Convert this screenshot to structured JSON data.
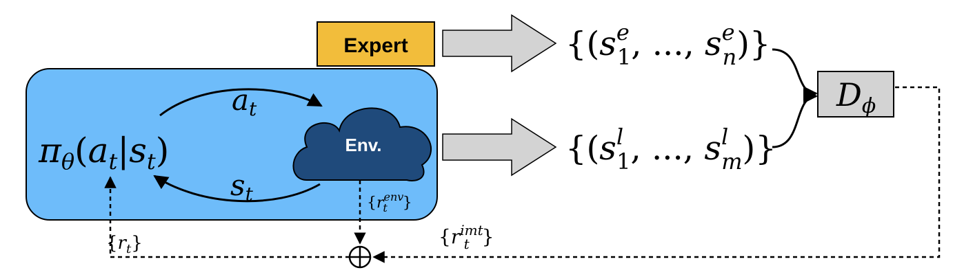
{
  "expert": {
    "label": "Expert",
    "fill": "#F2BD3B"
  },
  "agent": {
    "fill": "#6EBCFA"
  },
  "env": {
    "label": "Env.",
    "fill": "#1F4A7B"
  },
  "discriminator": {
    "symbol": "D",
    "subscript": "ϕ",
    "fill": "#D3D3D3"
  },
  "policy": {
    "pi": "π",
    "theta": "θ",
    "open": "(",
    "a": "a",
    "t1": "t",
    "bar": "|",
    "s": "s",
    "t2": "t",
    "close": ")"
  },
  "action_label": {
    "base": "a",
    "sub": "t"
  },
  "state_label": {
    "base": "s",
    "sub": "t"
  },
  "expert_set": {
    "open": "{(",
    "s1": "s",
    "sub1": "1",
    "sup1": "e",
    "mid": ", ..., ",
    "sn": "s",
    "subn": "n",
    "supn": "e",
    "close": ")}"
  },
  "learner_set": {
    "open": "{(",
    "s1": "s",
    "sub1": "1",
    "sup1": "l",
    "mid": ", ..., ",
    "sm": "s",
    "subm": "m",
    "supm": "l",
    "close": ")}"
  },
  "reward_env": {
    "open": "{",
    "r": "r",
    "sub": "t",
    "sup": "env",
    "close": "}"
  },
  "reward_imt": {
    "open": "{",
    "r": "r",
    "sub": "t",
    "sup": "imt",
    "close": "}"
  },
  "reward_total": {
    "open": "{",
    "r": "r",
    "sub": "t",
    "close": "}"
  },
  "colors": {
    "arrow_fill": "#D3D3D3",
    "stroke": "#000000"
  }
}
